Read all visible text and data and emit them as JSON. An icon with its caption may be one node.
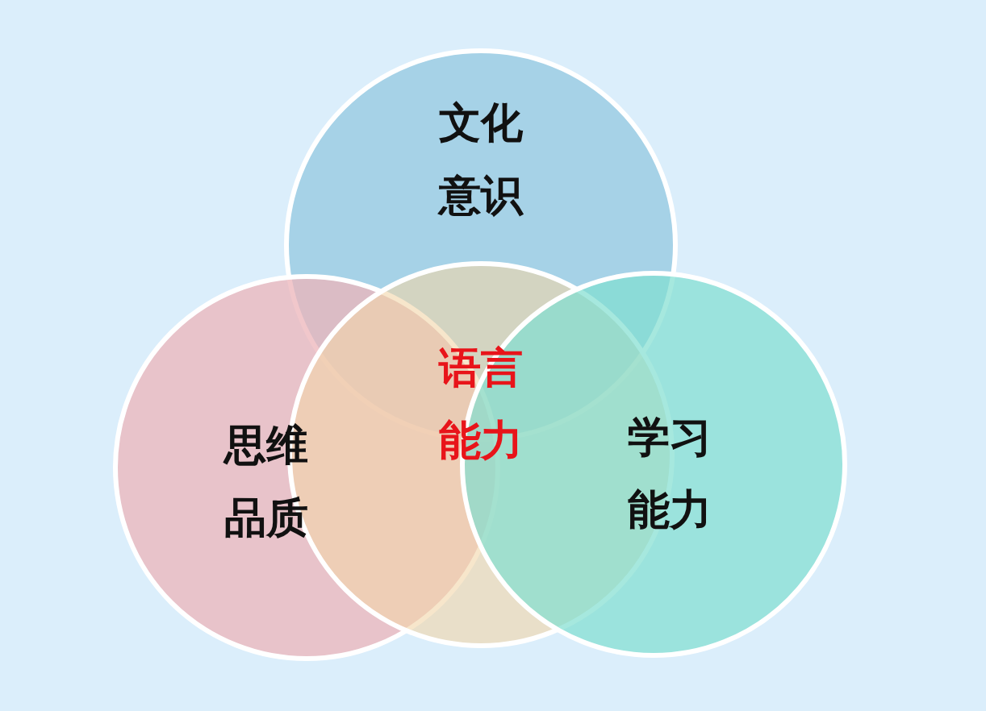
{
  "diagram": {
    "nodes": [
      {
        "text": [
          "文化意识"
        ]
      },
      {
        "text": [
          "思维品质"
        ]
      },
      {
        "text": [
          "语言能力"
        ]
      },
      {
        "text": [
          "学习能力"
        ]
      }
    ]
  }
}
